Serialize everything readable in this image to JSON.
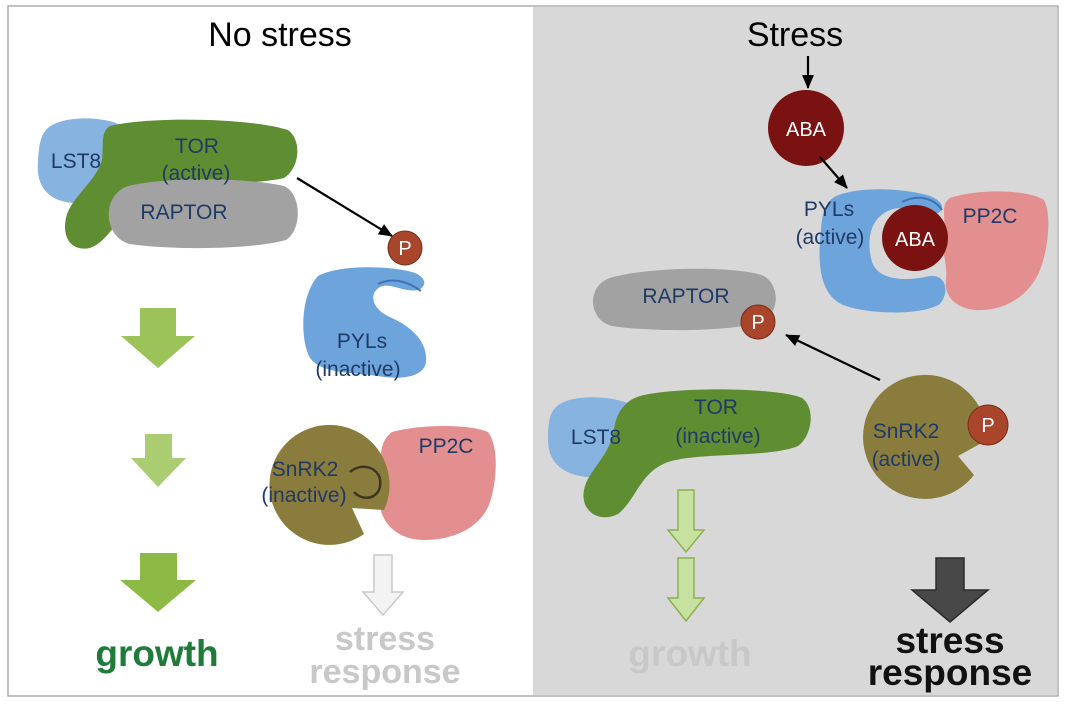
{
  "colors": {
    "lst8": "#86b3df",
    "tor": "#5f8d32",
    "raptor": "#a2a2a2",
    "pyls": "#6ea4dc",
    "pp2c": "#e38f8f",
    "snrk2": "#8a7c3c",
    "phosphate": "#a9452a",
    "aba": "#7a1212",
    "label_text": "#1f3a66",
    "growth_active": "#1e7b3a",
    "faded": "#c8c8c8",
    "stress_active": "#111111",
    "stress_panel_bg": "#d8d8d8",
    "arrow_green": "#9cc35a",
    "arrow_green_light": "#a9cd70",
    "arrow_green_dark": "#8cba45",
    "arrow_outline_green": "#c7e2a0",
    "arrow_faded": "#f3f3f3",
    "arrow_dark": "#484848"
  },
  "no_stress": {
    "title": "No stress",
    "lst8": "LST8",
    "tor": {
      "name": "TOR",
      "state": "(active)"
    },
    "raptor": "RAPTOR",
    "pyls_phospho": "P",
    "pyls": {
      "name": "PYLs",
      "state": "(inactive)"
    },
    "snrk2": {
      "name": "SnRK2",
      "state": "(inactive)"
    },
    "pp2c": "PP2C",
    "outcomes": {
      "growth": "growth",
      "stress_response": [
        "stress",
        "response"
      ]
    }
  },
  "stress": {
    "title": "Stress",
    "aba_signal": "ABA",
    "pyls": {
      "name": "PYLs",
      "state": "(active)"
    },
    "aba_bound": "ABA",
    "pp2c": "PP2C",
    "raptor": "RAPTOR",
    "raptor_phospho": "P",
    "lst8": "LST8",
    "tor": {
      "name": "TOR",
      "state": "(inactive)"
    },
    "snrk2": {
      "name": "SnRK2",
      "state": "(active)"
    },
    "snrk2_phospho": "P",
    "outcomes": {
      "growth": "growth",
      "stress_response": [
        "stress",
        "response"
      ]
    }
  }
}
